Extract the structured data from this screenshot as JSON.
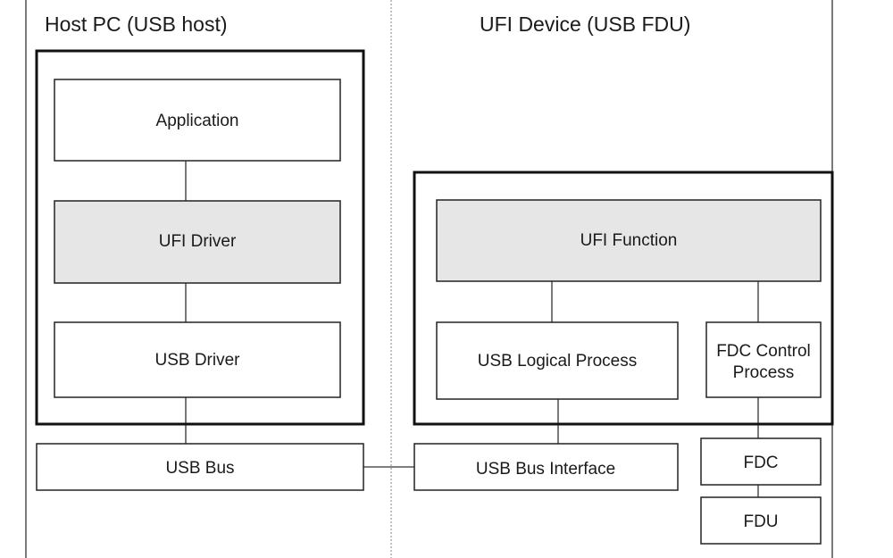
{
  "headers": {
    "host": "Host PC (USB host)",
    "device": "UFI Device (USB FDU)"
  },
  "host": {
    "application": "Application",
    "ufi_driver": "UFI Driver",
    "usb_driver": "USB Driver",
    "usb_bus": "USB Bus"
  },
  "device": {
    "ufi_function": "UFI Function",
    "usb_logical_process": "USB Logical Process",
    "fdc_control_process_line1": "FDC Control",
    "fdc_control_process_line2": "Process",
    "usb_bus_interface": "USB Bus Interface",
    "fdc": "FDC",
    "fdu": "FDU"
  },
  "colors": {
    "shaded_fill": "#e6e6e6",
    "plain_fill": "#ffffff"
  }
}
